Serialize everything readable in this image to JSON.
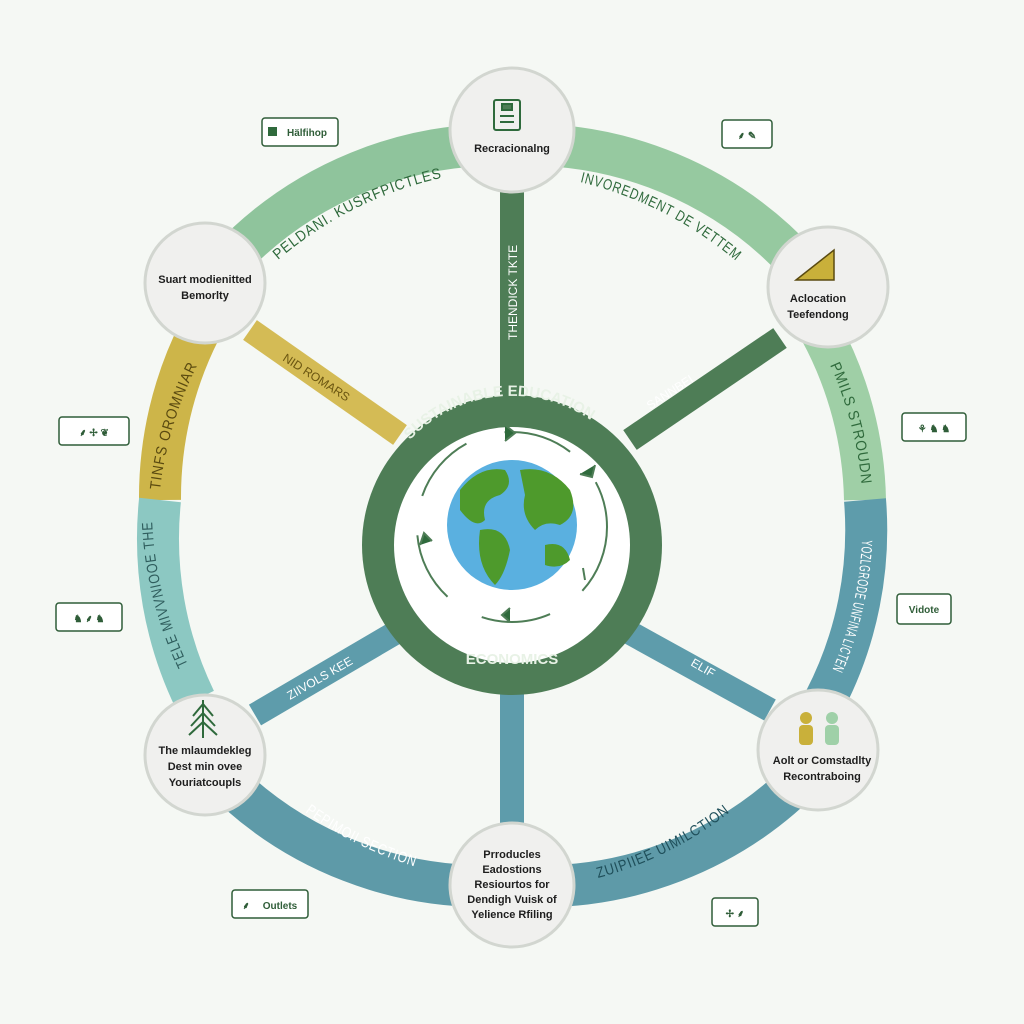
{
  "center": {
    "title": "SUSTAINABLE EDUCATION",
    "subtitle": "ECONOMICS"
  },
  "nodes": [
    {
      "id": "top",
      "lines": [
        "Recracionalng"
      ],
      "icon": "clipboard-icon"
    },
    {
      "id": "upper-left",
      "lines": [
        "Suart modienitted",
        "Bemorlty"
      ],
      "icon": ""
    },
    {
      "id": "upper-right",
      "lines": [
        "Aclocation",
        "Teefendong"
      ],
      "icon": "chart-icon"
    },
    {
      "id": "lower-left",
      "lines": [
        "The mlaumdekleg",
        "Dest min ovee",
        "Youriatcoupls"
      ],
      "icon": "tree-icon"
    },
    {
      "id": "lower-right",
      "lines": [
        "Aolt or Comstadlty",
        "Recontraboing"
      ],
      "icon": "people-icon"
    },
    {
      "id": "bottom",
      "lines": [
        "Prroducles",
        "Eadostions",
        "Resiourtos for",
        "Dendigh Vuisk of",
        "Yelience Rfiling"
      ],
      "icon": ""
    }
  ],
  "arc_labels": [
    "PELDANI. KUSRFPICTLES",
    "INVOREDMENT DE VETTEM",
    "TINFS OROMNIAR",
    "PMILS STROUDN",
    "TELE MIVVNIOOE THE",
    "YOZLGRODE UNFINA LICTEN",
    "PEPIMOII SECTION",
    "ZUIPIIEE UIMILCTION"
  ],
  "spoke_labels": [
    "THENDICK TKTE",
    "NID ROMARS",
    "SANNBEI",
    "ZIIVOLS KEE",
    "ELIF"
  ],
  "side_boxes": [
    {
      "label": "Hälfihop",
      "icon": "leaf-icon"
    },
    {
      "label": "",
      "icon": "plant-icon"
    },
    {
      "label": "",
      "icon": "plant-icon"
    },
    {
      "label": "",
      "icon": "animals-icon"
    },
    {
      "label": "",
      "icon": "animals-icon"
    },
    {
      "label": "Vidote",
      "icon": ""
    },
    {
      "label": "Outlets",
      "icon": "grass-icon"
    },
    {
      "label": "",
      "icon": "plant-icon"
    }
  ],
  "colors": {
    "dark_green": "#4e7d56",
    "light_green": "#8fc49c",
    "yellow": "#cdb549",
    "teal": "#5e9cab",
    "light_teal": "#8cc8c2",
    "globe_ocean": "#5ab0e0",
    "globe_land": "#4e9a2c"
  }
}
